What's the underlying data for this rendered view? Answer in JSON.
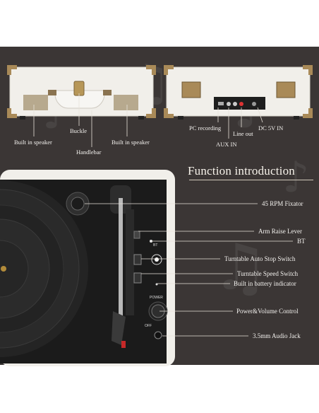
{
  "colors": {
    "panel": "#3b3635",
    "label_text": "#f3f1ee",
    "case_white": "#f1efea",
    "brass": "#a98a58"
  },
  "heading": "Function introduction",
  "top_labels": {
    "builtin_speaker_left": "Built in speaker",
    "buckle": "Buckle",
    "handlebar": "Handlebar",
    "builtin_speaker_right": "Built in speaker",
    "pc_recording": "PC recording",
    "aux_in": "AUX IN",
    "line_out": "Line out",
    "dc_in": "DC 5V IN"
  },
  "callouts": [
    {
      "name": "45-rpm-fixator",
      "label": "45 RPM Fixator"
    },
    {
      "name": "arm-raise-lever",
      "label": "Arm Raise Lever"
    },
    {
      "name": "bt",
      "label": "BT"
    },
    {
      "name": "auto-stop-switch",
      "label": "Turntable Auto Stop Switch"
    },
    {
      "name": "speed-switch",
      "label": "Turntable Speed Switch"
    },
    {
      "name": "battery-indicator",
      "label": "Built in battery indicator"
    },
    {
      "name": "power-volume-control",
      "label": "Power&Volume Control"
    },
    {
      "name": "audio-jack",
      "label": "3.5mm Audio Jack"
    }
  ],
  "device_labels": {
    "bt": "BT",
    "power": "POWER",
    "off": "OFF"
  }
}
